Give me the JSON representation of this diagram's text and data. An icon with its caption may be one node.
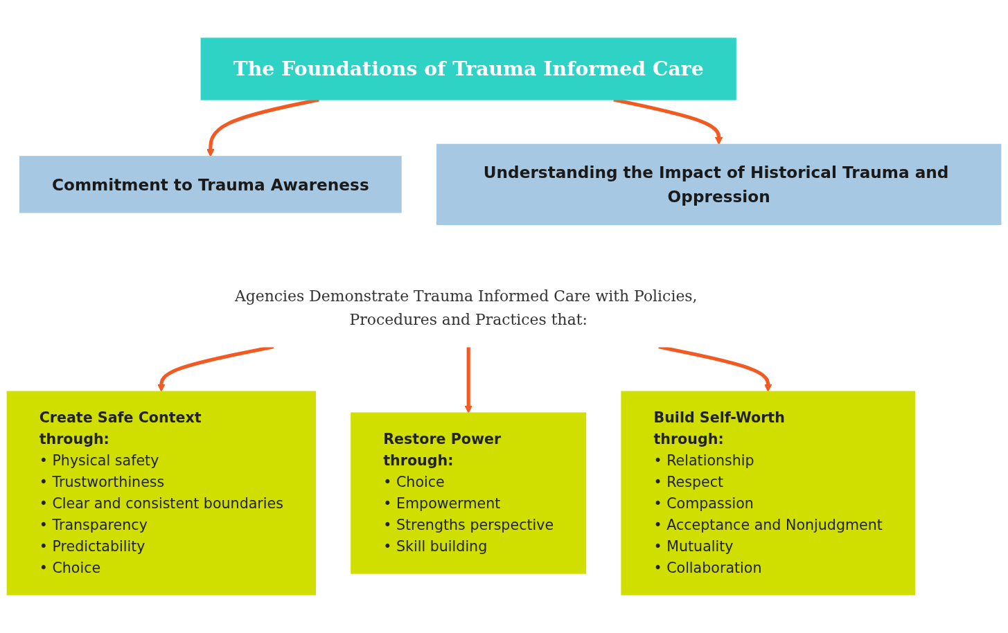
{
  "diagram": {
    "nodes": [
      {
        "text": [
          "The Foundations of Trauma Informed Care"
        ]
      },
      {
        "text": [
          "Commitment to Trauma Awareness"
        ]
      },
      {
        "text": [
          "Understanding the Impact of Historical Trauma and Oppression"
        ]
      },
      {
        "text": [
          "Agencies Demonstrate Trauma Informed Care with Policies, Procedures and Practices that:"
        ]
      },
      {
        "text": [
          "Create Safe Context",
          "through:",
          "• Physical safety",
          "• Trustworthiness",
          "• Clear and consistent boundaries",
          "• Transparency",
          "• Predictability",
          "• Choice"
        ]
      },
      {
        "text": [
          "Restore Power",
          "through:",
          "• Choice",
          "• Empowerment",
          "• Strengths perspective",
          "• Skill building"
        ]
      },
      {
        "text": [
          "Build Self-Worth",
          "through:",
          "• Relationship",
          "• Respect",
          "• Compassion",
          "• Acceptance and Nonjudgment",
          "• Mutuality",
          "• Collaboration"
        ]
      }
    ],
    "edges": [
      {
        "from": 0,
        "to": 1,
        "arrow": "to"
      },
      {
        "from": 0,
        "to": 2,
        "arrow": "to"
      },
      {
        "from": 3,
        "to": 4,
        "arrow": "to"
      },
      {
        "from": 3,
        "to": 5,
        "arrow": "to"
      },
      {
        "from": 3,
        "to": 6,
        "arrow": "to"
      }
    ]
  }
}
